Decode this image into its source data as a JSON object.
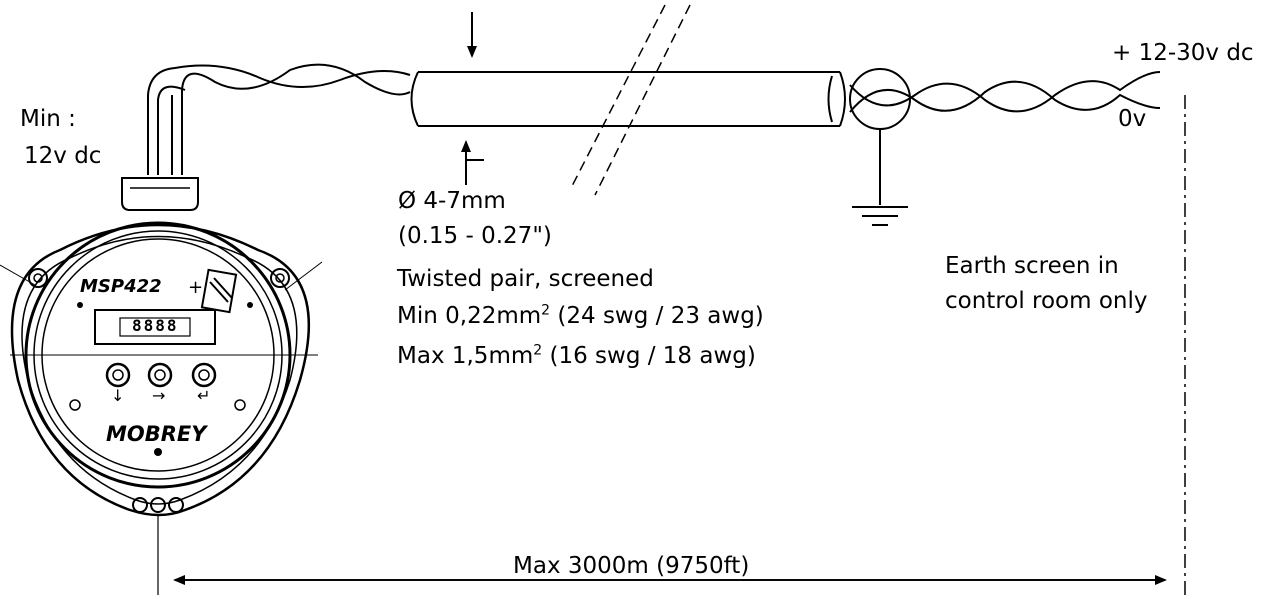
{
  "labels": {
    "supply_positive": "+ 12-30v dc",
    "supply_zero": "0v",
    "min_voltage_line1": "Min :",
    "min_voltage_line2": "12v dc",
    "cable_diameter_mm": "Ø 4-7mm",
    "cable_diameter_in": "(0.15 - 0.27\")",
    "cable_type": "Twisted pair, screened",
    "cable_min_a": "Min 0,22mm",
    "cable_min_sup": "2",
    "cable_min_b": " (24 swg / 23 awg)",
    "cable_max_a": "Max 1,5mm",
    "cable_max_sup": "2",
    "cable_max_b": "  (16 swg / 18 awg)",
    "earth_line1": "Earth screen in",
    "earth_line2": "control room only",
    "max_distance": "Max 3000m  (9750ft)"
  },
  "device": {
    "model": "MSP422",
    "brand": "MOBREY",
    "display": "8888",
    "button_symbols": [
      "↓",
      "→",
      "↵"
    ]
  }
}
